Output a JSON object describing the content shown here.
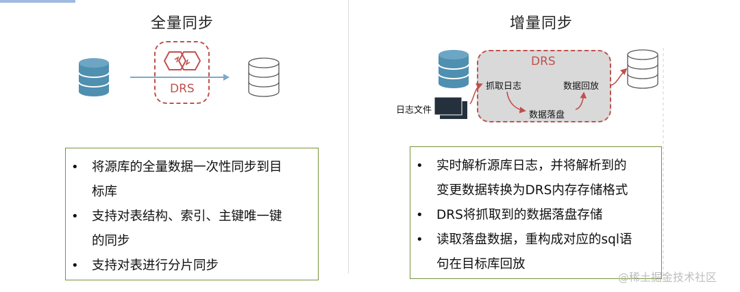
{
  "left": {
    "title": "全量同步",
    "drs_label": "DRS",
    "bullets": [
      {
        "line1": "将源库的全量数据一次性同步到目",
        "line2": "标库"
      },
      {
        "line1": "支持对表结构、索引、主键唯一键",
        "line2": "的同步"
      },
      {
        "line1": "支持对表进行分片同步",
        "line2": ""
      }
    ]
  },
  "right": {
    "title": "增量同步",
    "drs_label": "DRS",
    "capture_label": "抓取日志",
    "store_label": "数据落盘",
    "replay_label": "数据回放",
    "log_file_label": "日志文件",
    "bullets": [
      {
        "line1": "实时解析源库日志，并将解析到的",
        "line2": "变更数据转换为DRS内存存储格式"
      },
      {
        "line1": "DRS将抓取到的数据落盘存储",
        "line2": ""
      },
      {
        "line1": "读取落盘数据，重构成对应的sql语",
        "line2": "句在目标库回放"
      }
    ]
  },
  "watermark": "@稀土掘金技术社区",
  "colors": {
    "db_fill": "#4f8fb0",
    "db_stripe": "#ffffff",
    "drs_red": "#c0504d",
    "box_green": "#76923c",
    "arrow_blue": "#7fa7c9",
    "file_dark": "#25303d"
  }
}
